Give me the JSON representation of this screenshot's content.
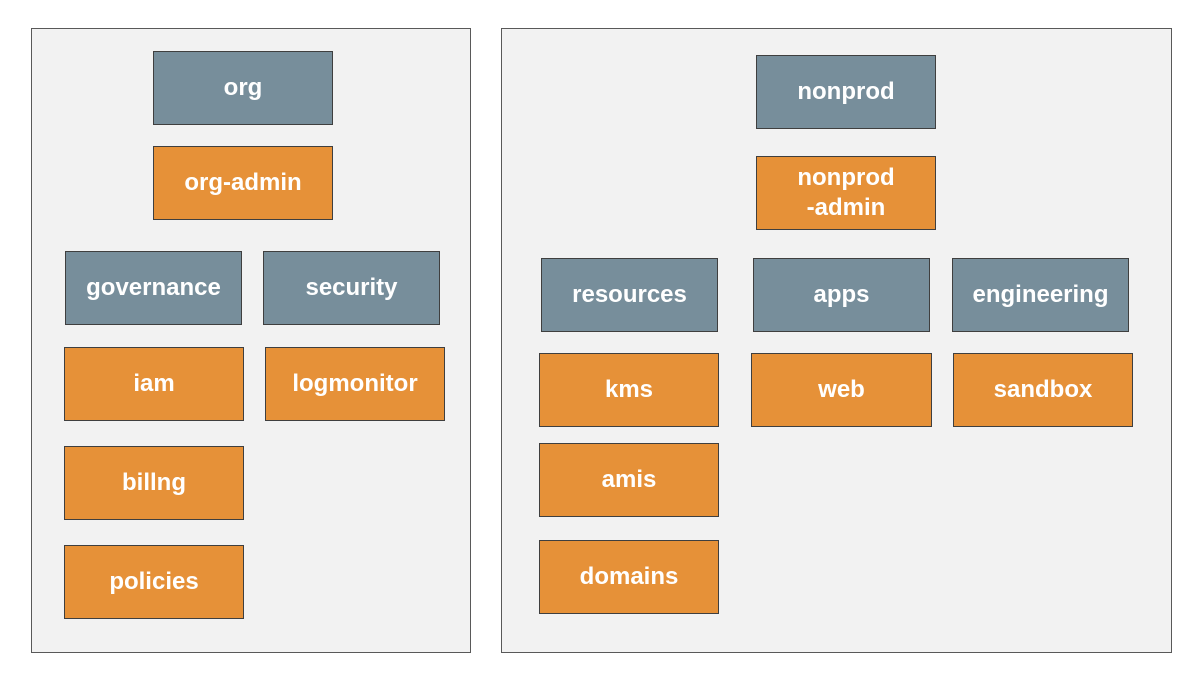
{
  "colors": {
    "account": "#778e9b",
    "admin": "#e69138",
    "panel": "#f2f2f2"
  },
  "left": {
    "org": "org",
    "org_admin": "org-admin",
    "governance": "governance",
    "security": "security",
    "iam": "iam",
    "logmonitor": "logmonitor",
    "billing": "billng",
    "policies": "policies"
  },
  "right": {
    "nonprod": "nonprod",
    "nonprod_admin": "nonprod\n-admin",
    "resources": "resources",
    "apps": "apps",
    "engineering": "engineering",
    "kms": "kms",
    "web": "web",
    "sandbox": "sandbox",
    "amis": "amis",
    "domains": "domains"
  }
}
